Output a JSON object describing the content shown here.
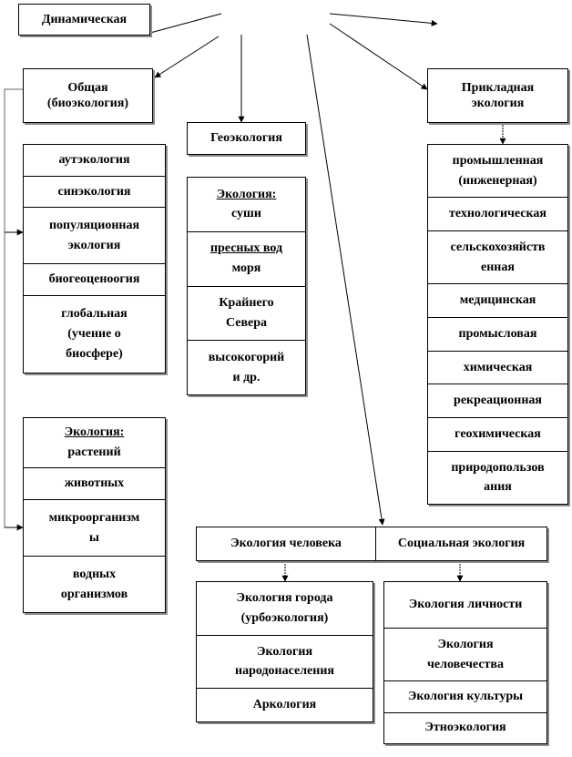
{
  "dynamic": "Динамическая",
  "general": [
    "Общая",
    "(биоэкология)"
  ],
  "geo": "Геоэкология",
  "applied": [
    "Прикладная",
    "экология"
  ],
  "general_list": [
    [
      "аутэкология"
    ],
    [
      "синэкология"
    ],
    [
      "популяционная",
      "экология"
    ],
    [
      "биогеоценоогия"
    ],
    [
      "глобальная",
      "(учение о",
      "биосфере)"
    ]
  ],
  "organisms_list": {
    "header": "Экология:",
    "items": [
      [
        "растений"
      ],
      [
        "животных"
      ],
      [
        "микроорганизм",
        "ы"
      ],
      [
        "водных",
        "организмов"
      ]
    ]
  },
  "geo_list": {
    "header": "Экология:",
    "items": [
      [
        "суши"
      ],
      [
        "пресных вод",
        "моря"
      ],
      [
        "Крайнего",
        "Севера"
      ],
      [
        "высокогорий",
        "и др."
      ]
    ]
  },
  "applied_list": [
    [
      "промышленная",
      "(инженерная)"
    ],
    [
      "технологическая"
    ],
    [
      "сельскохозяйств",
      "енная"
    ],
    [
      "медицинская"
    ],
    [
      "промысловая"
    ],
    [
      "химическая"
    ],
    [
      "рекреационная"
    ],
    [
      "геохимическая"
    ],
    [
      "природопользов",
      "ания"
    ]
  ],
  "human_header": [
    "Экология человека",
    "Социальная экология"
  ],
  "human_list": [
    [
      "Экология города",
      "(урбоэкология)"
    ],
    [
      "Экология",
      "народонаселения"
    ],
    [
      "Аркология"
    ]
  ],
  "social_list": [
    [
      "Экология личности"
    ],
    [
      "Экология",
      "человечества"
    ],
    [
      "Экология культуры"
    ],
    [
      "Этноэкология"
    ]
  ]
}
